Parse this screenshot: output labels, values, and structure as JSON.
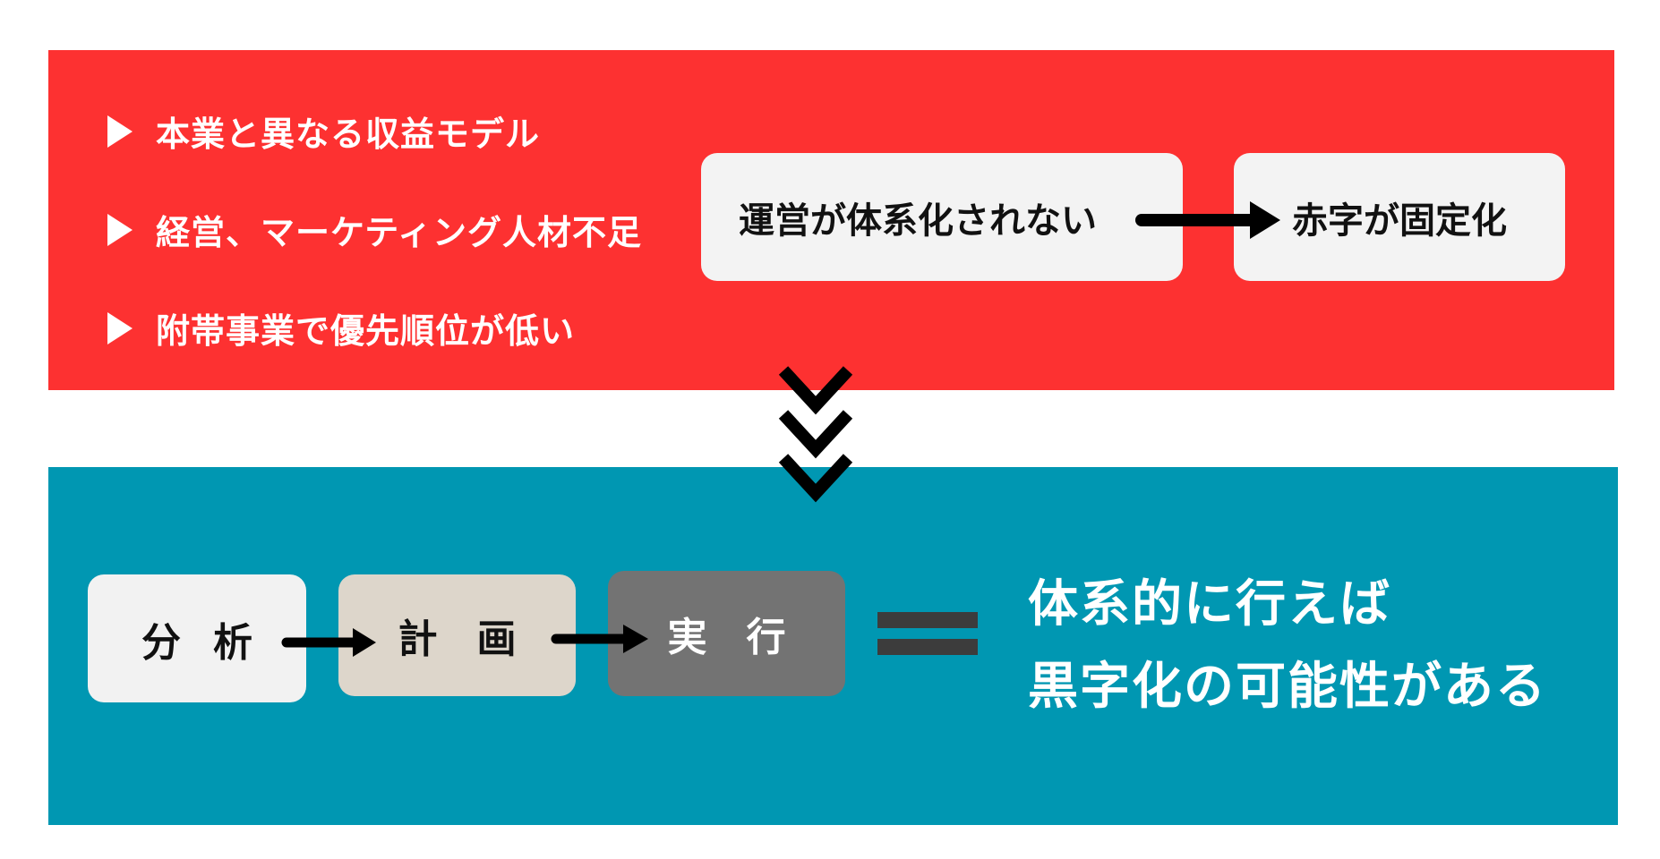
{
  "problems": {
    "bullets": [
      {
        "label": "本業と異なる収益モデル"
      },
      {
        "label": "経営、マーケティング人材不足"
      },
      {
        "label": "附帯事業で優先順位が低い"
      }
    ],
    "flow": [
      {
        "label": "運営が体系化されない"
      },
      {
        "label": "赤字が固定化"
      }
    ],
    "colors": {
      "background": "#fd3131",
      "box": "#f3f3f3",
      "text": "#ffffff"
    }
  },
  "solution": {
    "steps": [
      {
        "label": "分析",
        "color": "#f2f2f2"
      },
      {
        "label": "計画",
        "color": "#ddd6cb"
      },
      {
        "label": "実行",
        "color": "#737373"
      }
    ],
    "equals_icon": "equals-sign",
    "conclusion": {
      "line1": "体系的に行えば",
      "line2": "黒字化の可能性がある"
    },
    "colors": {
      "background": "#0097b2",
      "text": "#ffffff"
    }
  },
  "connector_icon": "triple-chevron-down"
}
